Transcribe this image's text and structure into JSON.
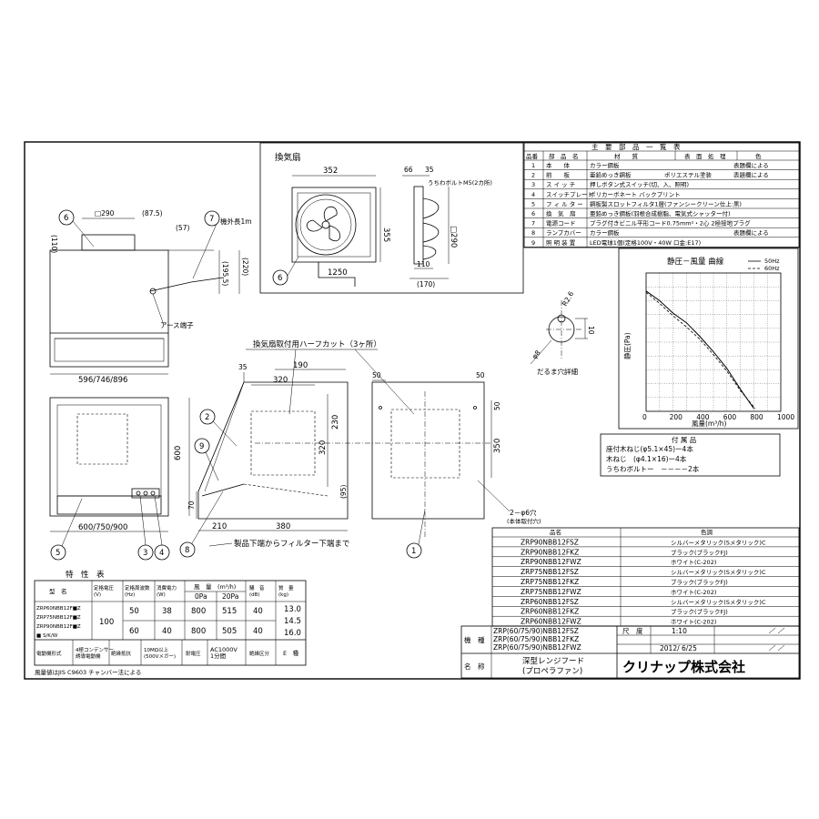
{
  "ventilation_fan": {
    "title": "換気扇",
    "dim_352": "352",
    "dim_355": "355",
    "dim_1250": "1250",
    "dim_66": "66",
    "dim_35": "35",
    "dim_290": "□290",
    "dim_110": "110",
    "dim_170": "(170)",
    "bolt_note": "うちわボルトM5(2カ所)",
    "balloon": "6"
  },
  "parts_table": {
    "title": "主　要　部　品　一　覧　表",
    "headers": [
      "品番",
      "部　品　名",
      "材　　質",
      "表　面　処　理",
      "色"
    ],
    "rows": [
      [
        "1",
        "本　　体",
        "カラー鋼板",
        "",
        "表題欄による"
      ],
      [
        "2",
        "前　　板",
        "亜鉛めっき鋼板",
        "ポリエステル塗装",
        "表題欄による"
      ],
      [
        "3",
        "ス イ ッ チ",
        "押しボタン式スイッチ(切、入、照明)",
        "",
        ""
      ],
      [
        "4",
        "スイッチプレート",
        "ポリカーボネート バックプリント",
        "",
        ""
      ],
      [
        "5",
        "フ ィ ル タ ー",
        "鋼板製スロットフィルタ1層(ファンシークリーン仕上:黒)",
        "",
        ""
      ],
      [
        "6",
        "換　気　扇",
        "亜鉛めっき鋼板(羽根合成樹脂、電気式シャッター付)",
        "",
        ""
      ],
      [
        "7",
        "電源コード",
        "プラグ付きビニル平形コード0.75mm²・2心 2極接地プラグ",
        "",
        ""
      ],
      [
        "8",
        "ランプカバー",
        "カラー鋼板",
        "",
        "表題欄による"
      ],
      [
        "9",
        "照 明 装 置",
        "LED電球1個(定格100V・40W 口金:E17)",
        "",
        ""
      ]
    ]
  },
  "chart_data": {
    "type": "line",
    "title": "静圧－風量 曲線",
    "xlabel": "風量(m³/h)",
    "ylabel": "静圧(Pa)",
    "x_ticks": [
      "0",
      "200",
      "400",
      "600",
      "800",
      "1000"
    ],
    "xlim": [
      0,
      1000
    ],
    "ylim": [
      0,
      10
    ],
    "grid": true,
    "legend_position": "top-right",
    "series": [
      {
        "name": "50Hz",
        "style": "solid",
        "x": [
          0,
          100,
          200,
          300,
          400,
          500,
          600,
          700,
          800
        ],
        "y": [
          8.7,
          8.0,
          7.1,
          6.4,
          5.4,
          4.3,
          3.1,
          1.6,
          0.2
        ]
      },
      {
        "name": "60Hz",
        "style": "dashed",
        "x": [
          0,
          100,
          200,
          300,
          400,
          500,
          600,
          700,
          810
        ],
        "y": [
          8.6,
          7.8,
          6.9,
          6.1,
          5.2,
          4.1,
          2.9,
          1.5,
          0.2
        ]
      }
    ]
  },
  "accessories": {
    "title": "付 属 品",
    "lines": [
      "座付木ねじ(φ5.1×45)ー4本",
      "木ねじ　(φ4.1×16)ー4本",
      "うちわボルトー　－－－－2本"
    ]
  },
  "hole_detail": {
    "r": "R2.6",
    "d10": "10",
    "d8": "φ8",
    "caption": "だるま穴詳細"
  },
  "front_view": {
    "d290": "□290",
    "d875": "(87.5)",
    "d57": "(57)",
    "cord": "機外長1m",
    "d110": "(110)",
    "d1955": "(195.5)",
    "d220": "(220)",
    "earth": "アース端子",
    "width": "596/746/896",
    "b6": "6",
    "b7": "7"
  },
  "bottom_view": {
    "height": "600",
    "width": "600/750/900",
    "b5": "5",
    "b3": "3",
    "b4": "4"
  },
  "side_view": {
    "cut": "換気扇取付用ハーフカット（3ヶ所）",
    "d35": "35",
    "d190": "190",
    "d320a": "320",
    "d230": "230",
    "d320b": "320",
    "d70": "70",
    "d95": "(95)",
    "d210": "210",
    "d380": "380",
    "note": "製品下端からフィルター下端まで",
    "b2": "2",
    "b9": "9",
    "b8": "8"
  },
  "rear_view": {
    "d50a": "50",
    "d50b": "50",
    "d50c": "50",
    "d350": "350",
    "holes": "2－φ6穴",
    "holes_sub": "(本体取付穴)",
    "b1": "1"
  },
  "models": {
    "headers": [
      "品名",
      "色調"
    ],
    "rows": [
      [
        "ZRP90NBB12FSZ",
        "シルバーメタリック(Sメタリック)C"
      ],
      [
        "ZRP90NBB12FKZ",
        "ブラック(ブラックFJ)"
      ],
      [
        "ZRP90NBB12FWZ",
        "ホワイト(C-202)"
      ],
      [
        "ZRP75NBB12FSZ",
        "シルバーメタリック(Sメタリック)C"
      ],
      [
        "ZRP75NBB12FKZ",
        "ブラック(ブラックFJ)"
      ],
      [
        "ZRP75NBB12FWZ",
        "ホワイト(C-202)"
      ],
      [
        "ZRP60NBB12FSZ",
        "シルバーメタリック(Sメタリック)C"
      ],
      [
        "ZRP60NBB12FKZ",
        "ブラック(ブラックFJ)"
      ],
      [
        "ZRP60NBB12FWZ",
        "ホワイト(C-202)"
      ]
    ]
  },
  "title_block": {
    "kishu": "機　種",
    "meisho": "名　称",
    "model_lines": [
      "ZRP(60/75/90)NBB12FSZ",
      "ZRP(60/75/90)NBB12FKZ",
      "ZRP(60/75/90)NBB12FWZ"
    ],
    "name_lines": [
      "深型レンジフード",
      "(プロペラファン)"
    ],
    "scale_label": "尺　度",
    "scale": "1:10",
    "date": "2012/ 6/25",
    "company": "クリナップ株式会社"
  },
  "specs": {
    "title": "特　性　表",
    "h_model": "型　名",
    "h_volt": "定格電圧\n(V)",
    "h_freq": "定格周波数\n(Hz)",
    "h_power": "消費電力\n(W)",
    "h_air": "風　量　(m³/h)",
    "h_0pa": "0Pa",
    "h_20pa": "20Pa",
    "h_noise": "騒　音\n(dB)",
    "h_mass": "質　量\n(kg)",
    "models": [
      "ZRP60NBB12F■Z",
      "ZRP75NBB12F■Z",
      "ZRP90NBB12F■Z",
      "■ S/K/W"
    ],
    "volt": "100",
    "rows": [
      [
        "50",
        "38",
        "800",
        "515",
        "40"
      ],
      [
        "60",
        "40",
        "800",
        "505",
        "40"
      ]
    ],
    "mass": [
      "13.0",
      "14.5",
      "16.0"
    ],
    "f_motor": "電動機形式",
    "f_motor_v": "4極コンデンサー\n誘導電動機",
    "f_ins": "絶縁抵抗",
    "f_ins_v": "10MΩ以上\n(500Vメガー)",
    "f_vol": "耐電圧",
    "f_vol_v": "AC1000V\n1分間",
    "f_cls": "絶縁区分",
    "f_cls_v": "E　種",
    "note": "風量値はJIS C9603 チャンバー法による"
  },
  "colors": {
    "line": "#000000",
    "paper": "#ffffff"
  }
}
